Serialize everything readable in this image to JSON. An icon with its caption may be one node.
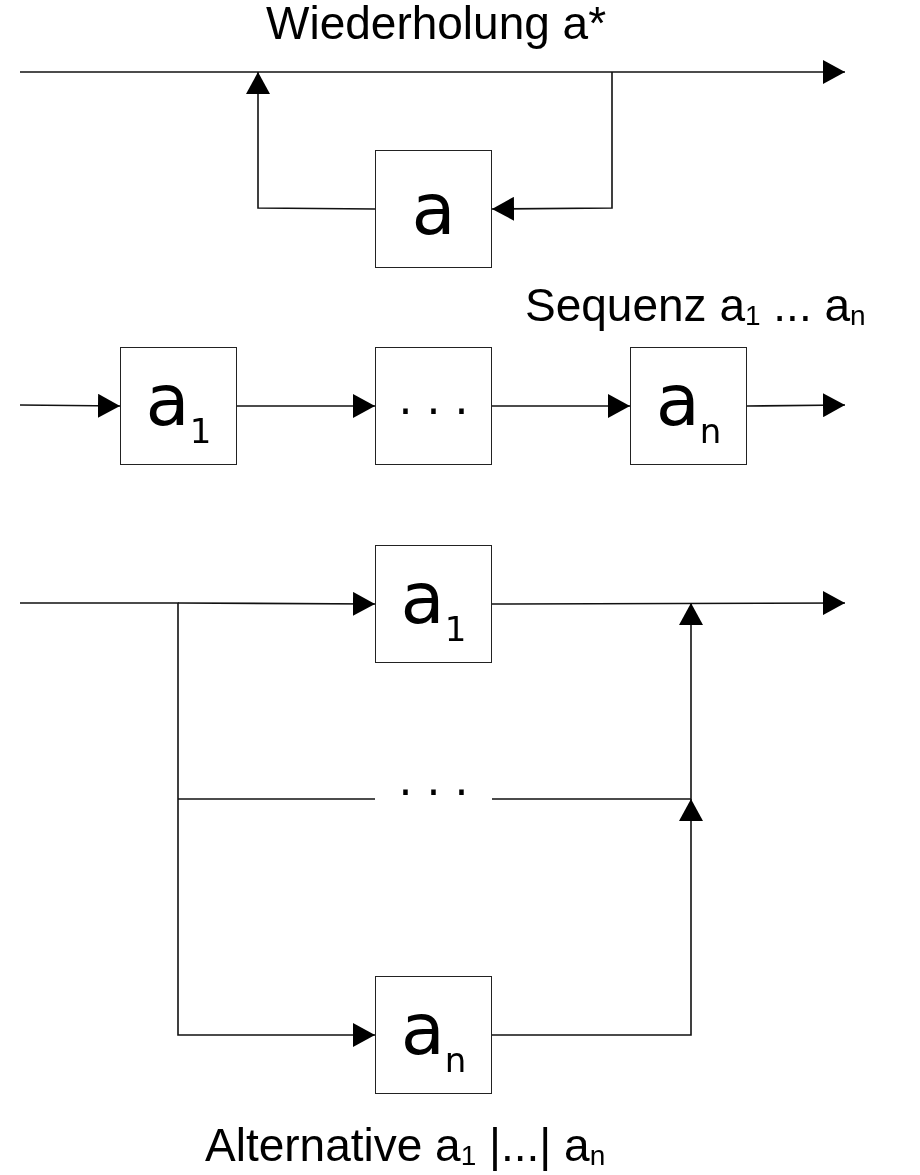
{
  "diagram": {
    "nodes": [
      {
        "text": [
          "a"
        ]
      },
      {
        "text": [
          "a$_{1}$"
        ]
      },
      {
        "text": [
          ". . ."
        ]
      },
      {
        "text": [
          "a$_{n}$"
        ]
      },
      {
        "text": [
          "a$_{1}$"
        ]
      },
      {
        "text": [
          ". . ."
        ]
      },
      {
        "text": [
          "a$_{n}$"
        ]
      }
    ],
    "edges": [
      {
        "from": null,
        "to": 0,
        "arrow": "to"
      },
      {
        "from": 0,
        "to": null,
        "arrow": "to"
      },
      {
        "from": null,
        "to": 1,
        "arrow": "to"
      },
      {
        "from": 1,
        "to": 2,
        "arrow": "to"
      },
      {
        "from": 2,
        "to": 3,
        "arrow": "to"
      },
      {
        "from": 3,
        "to": null,
        "arrow": "to"
      },
      {
        "from": null,
        "to": 4,
        "arrow": "to"
      },
      {
        "from": null,
        "to": 5,
        "arrow": "none"
      },
      {
        "from": null,
        "to": 6,
        "arrow": "to"
      },
      {
        "from": 4,
        "to": null,
        "arrow": "to"
      },
      {
        "from": 5,
        "to": null,
        "arrow": "to"
      },
      {
        "from": 6,
        "to": null,
        "arrow": "to"
      }
    ],
    "labels": [
      "Wiederholung a*",
      "Sequenz a$_{1}$ ... a$_{n}$",
      "Alternative a$_{1}$ |...| a$_{n}$"
    ]
  }
}
